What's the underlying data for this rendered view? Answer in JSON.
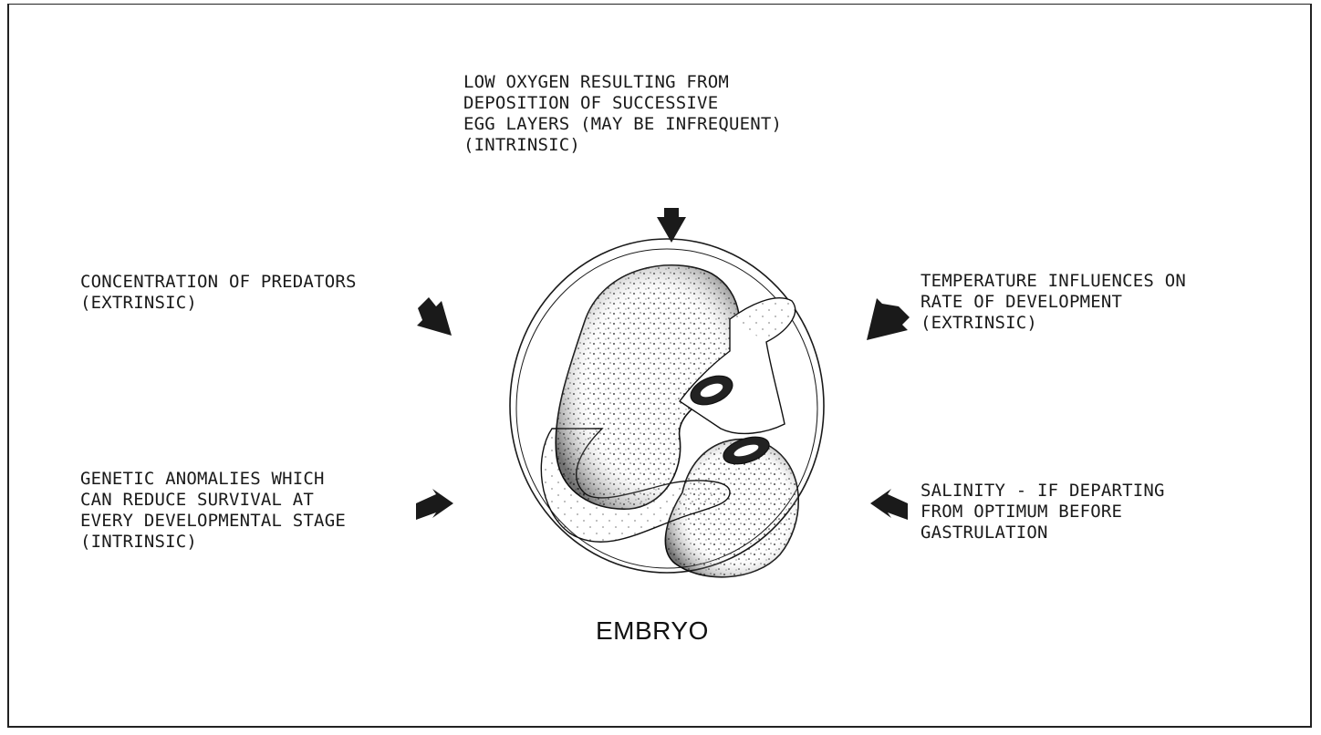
{
  "factors": {
    "top": {
      "lines": [
        "LOW OXYGEN RESULTING FROM",
        "DEPOSITION OF SUCCESSIVE",
        "EGG LAYERS (MAY BE INFREQUENT)",
        "(INTRINSIC)"
      ]
    },
    "left_top": {
      "lines": [
        "CONCENTRATION OF PREDATORS",
        "(EXTRINSIC)"
      ]
    },
    "left_bottom": {
      "lines": [
        "GENETIC ANOMALIES WHICH",
        "CAN REDUCE SURVIVAL AT",
        "EVERY DEVELOPMENTAL STAGE",
        "(INTRINSIC)"
      ]
    },
    "right_top": {
      "lines": [
        "TEMPERATURE INFLUENCES ON",
        "RATE OF DEVELOPMENT",
        "(EXTRINSIC)"
      ]
    },
    "right_bottom": {
      "lines": [
        "SALINITY - IF DEPARTING",
        "FROM OPTIMUM BEFORE",
        "GASTRULATION"
      ]
    }
  },
  "center": {
    "caption": "EMBRYO"
  },
  "colors": {
    "ink": "#1a1a1a",
    "background": "#ffffff"
  }
}
